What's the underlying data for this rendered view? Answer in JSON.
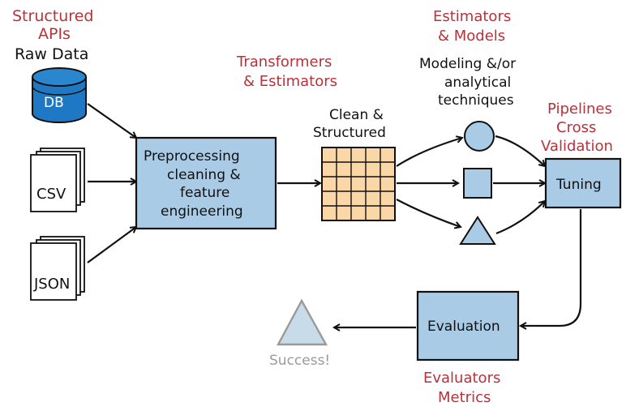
{
  "labels": {
    "structured_apis_1": "Structured",
    "structured_apis_2": "APIs",
    "raw_data": "Raw Data",
    "db": "DB",
    "csv": "CSV",
    "json": "JSON",
    "transformers_1": "Transformers",
    "transformers_2": "& Estimators",
    "preprocessing_1": "Preprocessing",
    "preprocessing_2": "cleaning &",
    "preprocessing_3": "feature",
    "preprocessing_4": "engineering",
    "clean_1": "Clean &",
    "clean_2": "Structured",
    "estimators_1": "Estimators",
    "estimators_2": "& Models",
    "modeling_1": "Modeling &/or",
    "modeling_2": "analytical",
    "modeling_3": "techniques",
    "pipelines_1": "Pipelines",
    "pipelines_2": "Cross",
    "pipelines_3": "Validation",
    "tuning": "Tuning",
    "evaluation": "Evaluation",
    "success": "Success!",
    "evaluators_1": "Evaluators",
    "evaluators_2": "Metrics"
  },
  "colors": {
    "accent_red": "#b8323a",
    "box_blue": "#a9cbe6",
    "db_blue": "#1f78c4",
    "grid_peach": "#fbd7a8",
    "success_grey": "#c8dbe9"
  }
}
